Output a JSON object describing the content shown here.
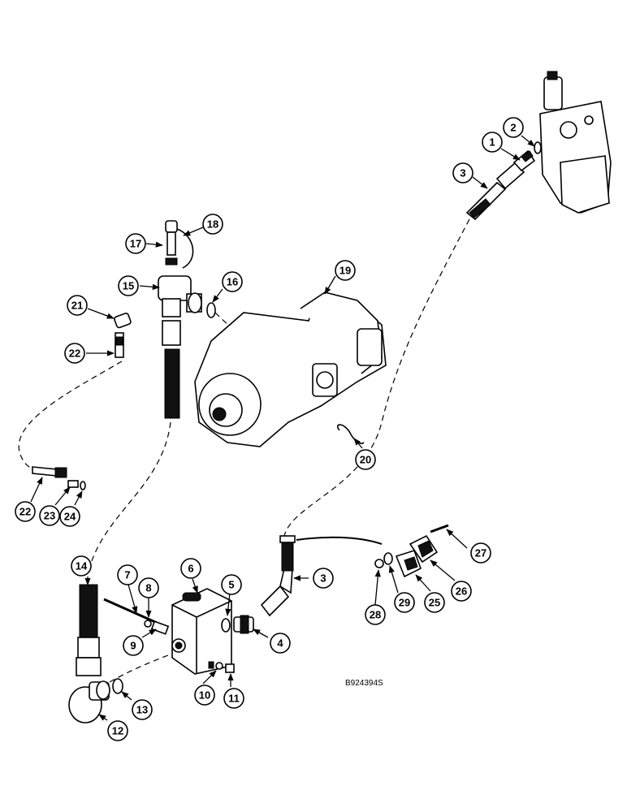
{
  "figure_code": "B924394S",
  "callouts": [
    "1",
    "2",
    "3",
    "3",
    "4",
    "5",
    "6",
    "7",
    "8",
    "9",
    "10",
    "11",
    "12",
    "13",
    "14",
    "15",
    "16",
    "17",
    "18",
    "19",
    "20",
    "21",
    "22",
    "22",
    "23",
    "24",
    "25",
    "26",
    "27",
    "28",
    "29"
  ]
}
